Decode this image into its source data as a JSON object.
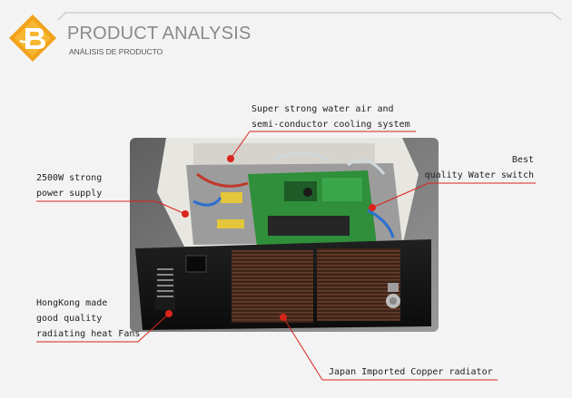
{
  "header": {
    "title": "PRODUCT ANALYSIS",
    "subtitle": "ANÁLISIS DE PRODUCTO"
  },
  "callouts": {
    "cooling_line1": "Super strong water air and",
    "cooling_line2": "semi-conductor cooling  system",
    "power_line1": "2500W strong",
    "power_line2": "power supply",
    "switch_line1": "Best",
    "switch_line2": "quality Water switch",
    "fans_line1": "HongKong made",
    "fans_line2": "good quality",
    "fans_line3": "radiating heat Fans",
    "radiator": "Japan Imported Copper radiator"
  },
  "colors": {
    "accent": "#d9241c",
    "logo_orange": "#f2a21a",
    "title_gray": "#8a8a8a",
    "pcb_green": "#2f8f3a"
  }
}
